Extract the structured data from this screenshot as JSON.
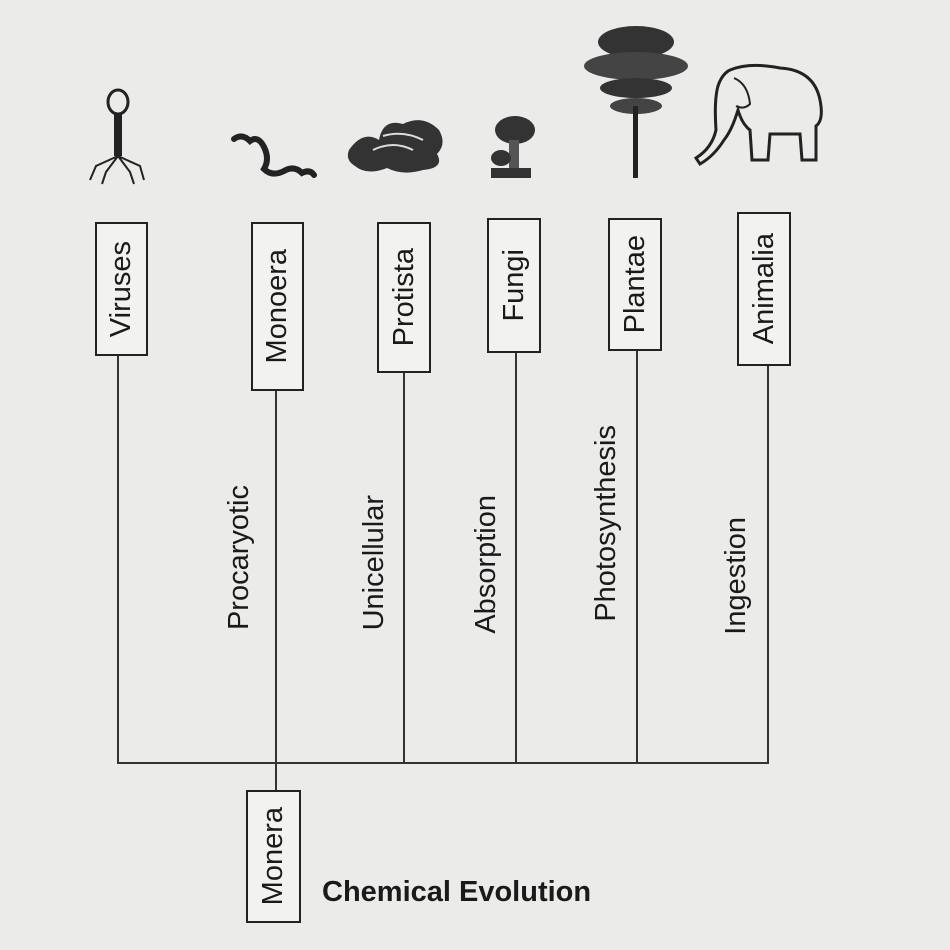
{
  "kingdoms": [
    {
      "name": "Viruses",
      "icon": "virus-icon"
    },
    {
      "name": "Monoera",
      "icon": "bacteria-icon"
    },
    {
      "name": "Protista",
      "icon": "protist-icon"
    },
    {
      "name": "Fungi",
      "icon": "mushroom-icon"
    },
    {
      "name": "Plantae",
      "icon": "tree-icon"
    },
    {
      "name": "Animalia",
      "icon": "elephant-icon"
    }
  ],
  "branch_labels": [
    "Procaryotic",
    "Unicellular",
    "Absorption",
    "Photosynthesis",
    "Ingestion"
  ],
  "root": "Monera",
  "caption": "Chemical Evolution"
}
